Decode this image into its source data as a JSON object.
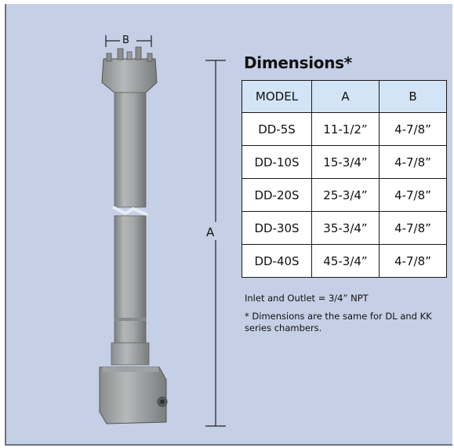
{
  "heading": "Dimensions*",
  "dimension_labels": {
    "a": "A",
    "b": "B"
  },
  "table": {
    "headers": [
      "MODEL",
      "A",
      "B"
    ],
    "rows": [
      [
        "DD-5S",
        "11-1/2”",
        "4-7/8”"
      ],
      [
        "DD-10S",
        "15-3/4”",
        "4-7/8”"
      ],
      [
        "DD-20S",
        "25-3/4”",
        "4-7/8”"
      ],
      [
        "DD-30S",
        "35-3/4”",
        "4-7/8”"
      ],
      [
        "DD-40S",
        "45-3/4”",
        "4-7/8”"
      ]
    ]
  },
  "notes": {
    "inlet_outlet": "Inlet and Outlet = 3/4” NPT",
    "same_dims": "* Dimensions are the same for DL and KK series chambers."
  },
  "colors": {
    "background": "#c5cfe6",
    "table_header": "#d3e4f6",
    "chamber_body": "#a3a6a6"
  }
}
